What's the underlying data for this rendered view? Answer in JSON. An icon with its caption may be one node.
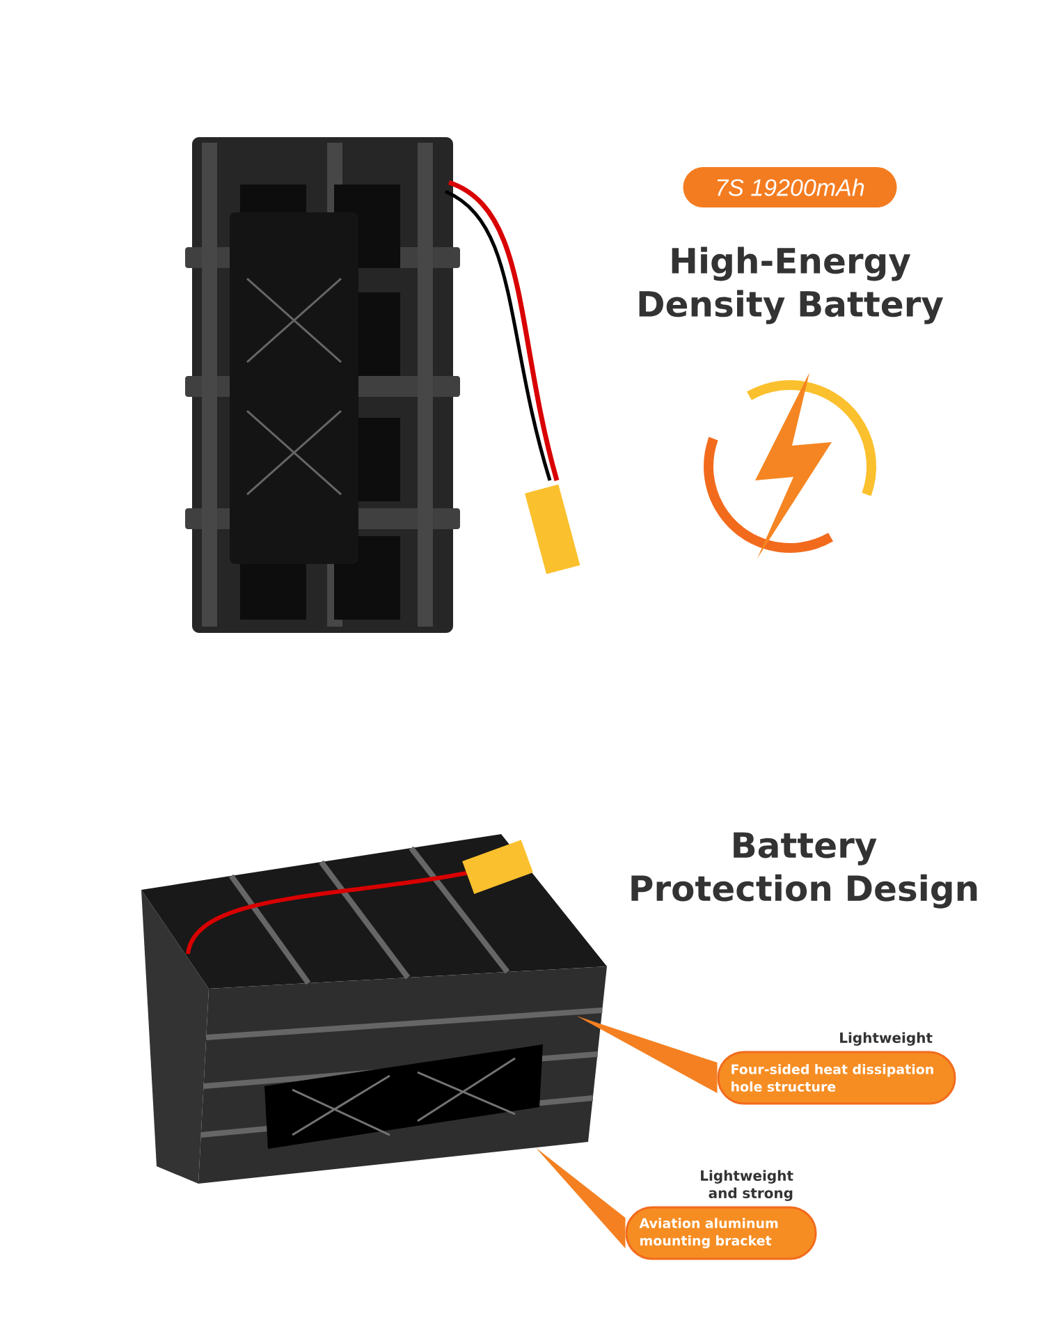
{
  "diagram": {
    "title": "High-Energy Density Battery",
    "nodes": [
      {
        "text": [
          "7S 19200mAh"
        ]
      },
      {
        "text": [],
        "shape": "picture"
      },
      {
        "text": [
          "Four-sided heat dissipation hole structure"
        ],
        "beside": [
          "Lightweight"
        ]
      },
      {
        "text": [
          "Aviation aluminum mounting bracket"
        ],
        "beside": [
          "Lightweight and strong"
        ]
      }
    ],
    "edges": [
      {
        "from": 2,
        "to": 1,
        "arrow": "none"
      },
      {
        "from": 3,
        "to": 1,
        "arrow": "none"
      }
    ],
    "labels": [
      "Battery Protection Design"
    ]
  }
}
